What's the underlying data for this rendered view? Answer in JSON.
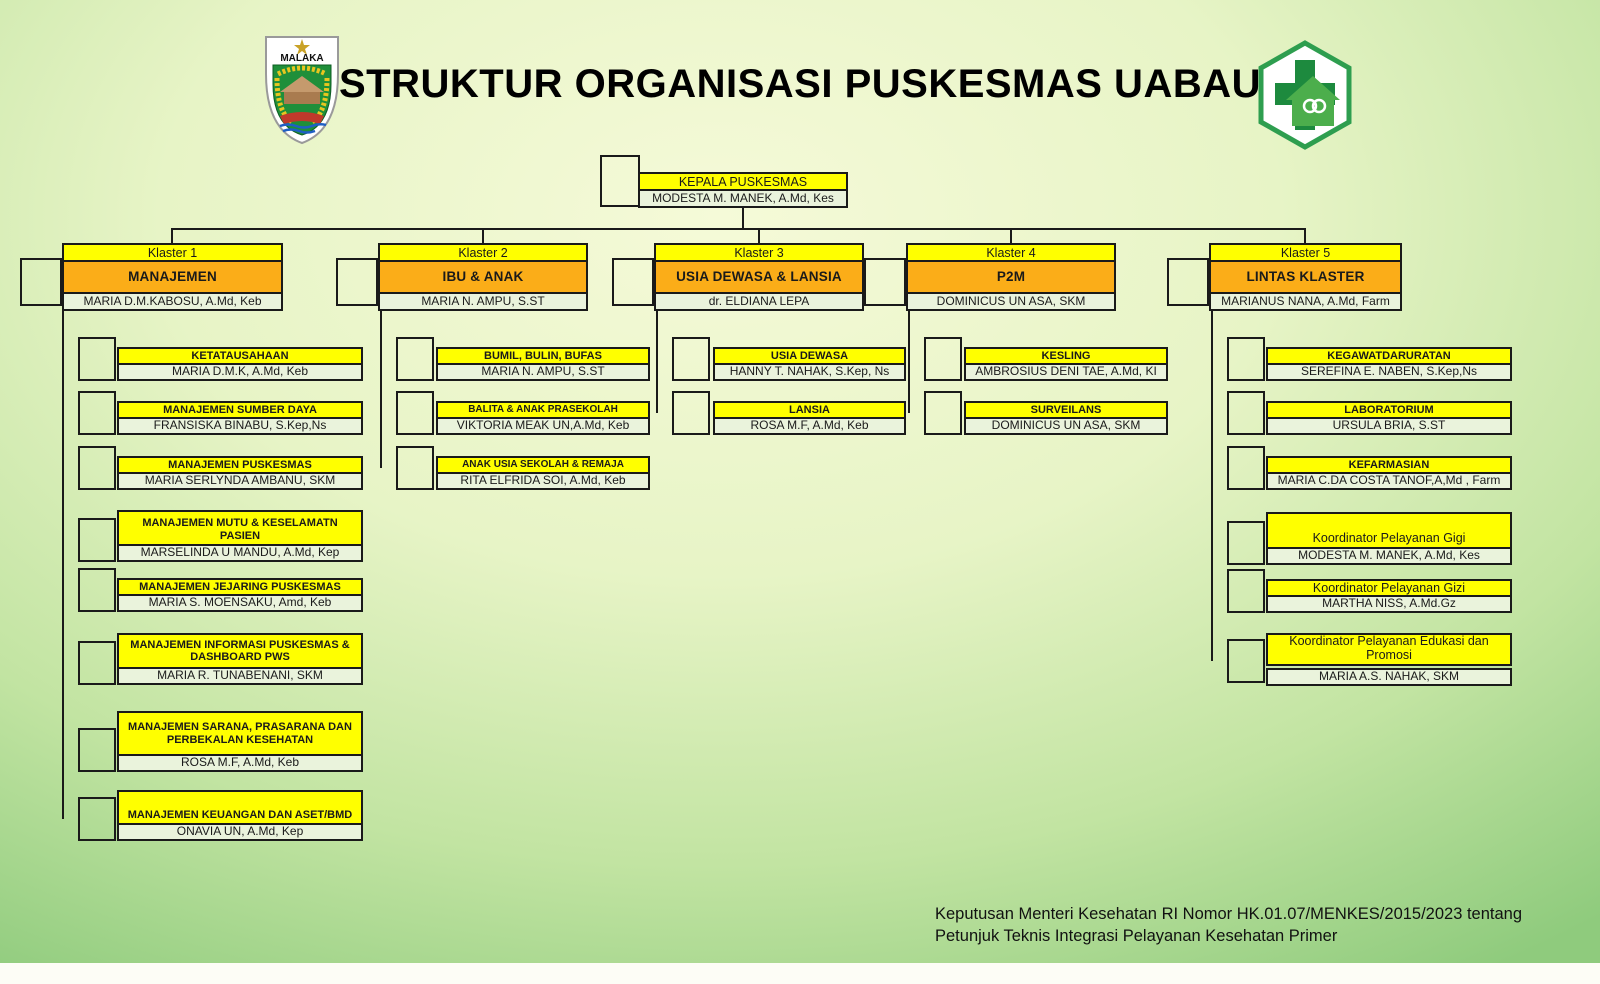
{
  "header": {
    "title": "STRUKTUR ORGANISASI PUSKESMAS UABAU",
    "left_logo_label": "MALAKA"
  },
  "root": {
    "title": "KEPALA  PUSKESMAS",
    "name": "MODESTA M. MANEK, A.Md, Kes"
  },
  "clusters": [
    {
      "label": "Klaster 1",
      "division": "MANAJEMEN",
      "head": "MARIA D.M.KABOSU, A.Md, Keb",
      "units": [
        {
          "title": "KETATAUSAHAAN",
          "name": "MARIA D.M.K, A.Md, Keb"
        },
        {
          "title": "MANAJEMEN SUMBER DAYA",
          "name": "FRANSISKA BINABU, S.Kep,Ns"
        },
        {
          "title": "MANAJEMEN PUSKESMAS",
          "name": "MARIA SERLYNDA AMBANU, SKM"
        },
        {
          "title": "MANAJEMEN MUTU & KESELAMATN PASIEN",
          "name": "MARSELINDA U MANDU, A.Md, Kep"
        },
        {
          "title": "MANAJEMEN JEJARING PUSKESMAS",
          "name": "MARIA S. MOENSAKU, Amd, Keb"
        },
        {
          "title": "MANAJEMEN INFORMASI PUSKESMAS & DASHBOARD PWS",
          "name": "MARIA R. TUNABENANI, SKM"
        },
        {
          "title": "MANAJEMEN SARANA, PRASARANA DAN PERBEKALAN KESEHATAN",
          "name": "ROSA M.F, A.Md, Keb"
        },
        {
          "title": "MANAJEMEN KEUANGAN DAN ASET/BMD",
          "name": "ONAVIA UN, A.Md, Kep"
        }
      ]
    },
    {
      "label": "Klaster 2",
      "division": "IBU & ANAK",
      "head": "MARIA N. AMPU, S.ST",
      "units": [
        {
          "title": "BUMIL, BULIN, BUFAS",
          "name": "MARIA N. AMPU, S.ST"
        },
        {
          "title": "BALITA & ANAK PRASEKOLAH",
          "name": "VIKTORIA MEAK UN,A.Md, Keb"
        },
        {
          "title": "ANAK USIA SEKOLAH & REMAJA",
          "name": "RITA ELFRIDA SOI, A.Md, Keb"
        }
      ]
    },
    {
      "label": "Klaster 3",
      "division": "USIA DEWASA & LANSIA",
      "head": "dr. ELDIANA LEPA",
      "units": [
        {
          "title": "USIA DEWASA",
          "name": "HANNY T. NAHAK, S.Kep, Ns"
        },
        {
          "title": "LANSIA",
          "name": "ROSA M.F, A.Md, Keb"
        }
      ]
    },
    {
      "label": "Klaster 4",
      "division": "P2M",
      "head": "DOMINICUS UN ASA, SKM",
      "units": [
        {
          "title": "KESLING",
          "name": "AMBROSIUS DENI TAE, A.Md, KI"
        },
        {
          "title": "SURVEILANS",
          "name": "DOMINICUS UN ASA, SKM"
        }
      ]
    },
    {
      "label": "Klaster 5",
      "division": "LINTAS KLASTER",
      "head": "MARIANUS NANA, A.Md, Farm",
      "units": [
        {
          "title": "KEGAWATDARURATAN",
          "name": "SEREFINA E. NABEN, S.Kep,Ns"
        },
        {
          "title": "LABORATORIUM",
          "name": "URSULA BRIA, S.ST"
        },
        {
          "title": "KEFARMASIAN",
          "name": "MARIA C.DA COSTA TANOF,A,Md , Farm"
        },
        {
          "title": "Koordinator Pelayanan Gigi",
          "name": "MODESTA M. MANEK, A.Md, Kes"
        },
        {
          "title": "Koordinator Pelayanan Gizi",
          "name": "MARTHA NISS, A.Md.Gz"
        },
        {
          "title": "Koordinator Pelayanan Edukasi dan Promosi",
          "name": "MARIA A.S. NAHAK, SKM"
        }
      ]
    }
  ],
  "footer": {
    "reference": "Keputusan Menteri Kesehatan RI Nomor HK.01.07/MENKES/2015/2023 tentang Petunjuk Teknis Integrasi Pelayanan Kesehatan Primer"
  },
  "colors": {
    "header_yellow": "#FFFF00",
    "division_orange": "#FBAD18",
    "name_row_green": "#EAF3DC",
    "line_black": "#1A1A1A",
    "logo_green": "#2E9E4F"
  }
}
